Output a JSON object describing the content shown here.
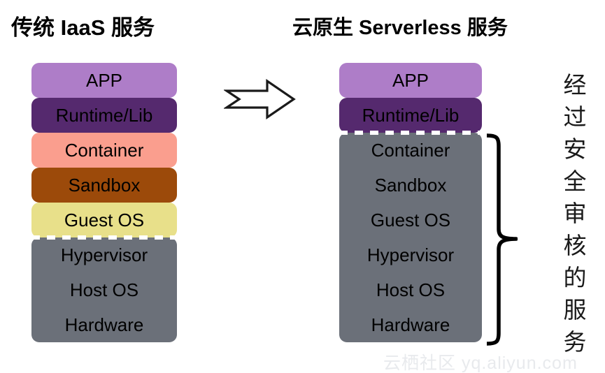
{
  "titles": {
    "left": "传统 IaaS 服务",
    "right": "云原生 Serverless 服务"
  },
  "colors": {
    "app": "#ae7dc8",
    "runtime": "#55296e",
    "container": "#fa9e8e",
    "sandbox": "#9c4a0a",
    "guest_os": "#e8e08a",
    "gray": "#6b7079",
    "separator": "#ffffff",
    "text": "#000000",
    "watermark": "#e8eaed"
  },
  "left_stack": {
    "name": "传统 IaaS 服务",
    "layers": [
      {
        "label": "APP",
        "color": "#ae7dc8",
        "grouped": false
      },
      {
        "label": "Runtime/Lib",
        "color": "#55296e",
        "grouped": false
      },
      {
        "label": "Container",
        "color": "#fa9e8e",
        "grouped": false
      },
      {
        "label": "Sandbox",
        "color": "#9c4a0a",
        "grouped": false
      },
      {
        "label": "Guest OS",
        "color": "#e8e08a",
        "grouped": false
      },
      {
        "label": "Hypervisor",
        "color": "#6b7079",
        "grouped": true
      },
      {
        "label": "Host OS",
        "color": "#6b7079",
        "grouped": true
      },
      {
        "label": "Hardware",
        "color": "#6b7079",
        "grouped": true
      }
    ]
  },
  "right_stack": {
    "name": "云原生 Serverless 服务",
    "layers": [
      {
        "label": "APP",
        "color": "#ae7dc8",
        "grouped": false
      },
      {
        "label": "Runtime/Lib",
        "color": "#55296e",
        "grouped": false
      },
      {
        "label": "Container",
        "color": "#6b7079",
        "grouped": true
      },
      {
        "label": "Sandbox",
        "color": "#6b7079",
        "grouped": true
      },
      {
        "label": "Guest OS",
        "color": "#6b7079",
        "grouped": true
      },
      {
        "label": "Hypervisor",
        "color": "#6b7079",
        "grouped": true
      },
      {
        "label": "Host OS",
        "color": "#6b7079",
        "grouped": true
      },
      {
        "label": "Hardware",
        "color": "#6b7079",
        "grouped": true
      }
    ]
  },
  "arrow": {
    "icon": "right-block-arrow-icon",
    "direction": "right"
  },
  "brace": {
    "icon": "right-curly-brace-icon",
    "covers_from": "Container",
    "covers_to": "Hardware"
  },
  "vertical_caption": {
    "text": "经过安全审核的服务",
    "chars": [
      "经",
      "过",
      "安",
      "全",
      "审",
      "核",
      "的",
      "服",
      "务"
    ]
  },
  "watermark": {
    "text": "云栖社区 yq.aliyun.com"
  }
}
